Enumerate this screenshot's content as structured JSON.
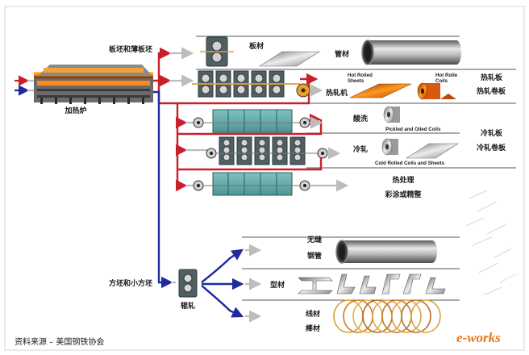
{
  "colors": {
    "background": "#ffffff",
    "frame_border": "#d4d4d4",
    "hot_route": "#c8202a",
    "bar_route": "#1f2a9e",
    "exit_arrow": "#bdbdbd",
    "tank": "#5fa9a8",
    "pipe": "#8a8a8a",
    "watermark": "#e67817"
  },
  "furnace": {
    "label": "加热炉",
    "input_label": "板坯和薄板坯",
    "bar_label": "方坯和小方坯"
  },
  "plate_line": {
    "label": "板材",
    "pipe_label": "管材"
  },
  "hot_strip": {
    "mill_label": "热轧机",
    "sheets_label_1": "Hot Rolled",
    "sheets_label_2": "Sheets",
    "coils_label_1": "Hot Rolle",
    "coils_label_2": "Coils",
    "side_1": "热轧板",
    "side_2": "热轧卷板"
  },
  "pickling": {
    "label": "酸洗",
    "product_label": "Pickled and Oiled Coils"
  },
  "cold_rolling": {
    "label": "冷轧",
    "product_label": "Cold Rolled Coils and Sheets",
    "side_1": "冷轧板",
    "side_2": "冷轧卷板"
  },
  "finishing": {
    "label_1": "热处理",
    "label_2": "彩涂或精整"
  },
  "long_products": {
    "mill_label": "辊轧",
    "seamless_1": "无缝",
    "seamless_2": "钢管",
    "sections_label": "型材",
    "wire_1": "线材",
    "wire_2": "棒材"
  },
  "footer": {
    "source": "资料来源 – 美国钢铁协会"
  },
  "watermark": {
    "text": "e-works"
  }
}
